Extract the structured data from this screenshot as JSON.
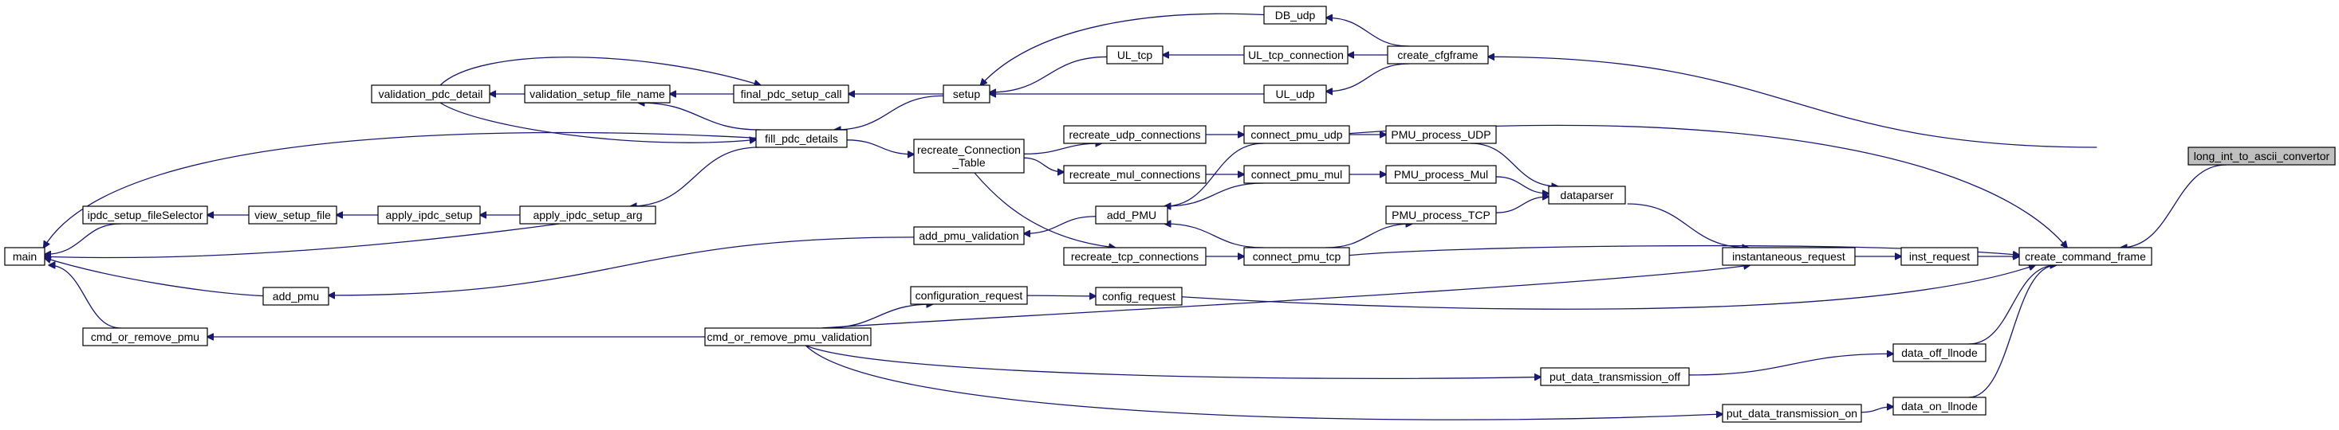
{
  "diagram": {
    "colors": {
      "edge": "#191970",
      "node_border": "#000000",
      "highlight_fill": "#bfbfbf",
      "background": "#ffffff"
    },
    "nodes": [
      {
        "id": "main",
        "label": "main"
      },
      {
        "id": "ipdc_setup_fileSelector",
        "label": "ipdc_setup_fileSelector"
      },
      {
        "id": "view_setup_file",
        "label": "view_setup_file"
      },
      {
        "id": "apply_ipdc_setup",
        "label": "apply_ipdc_setup"
      },
      {
        "id": "apply_ipdc_setup_arg",
        "label": "apply_ipdc_setup_arg"
      },
      {
        "id": "add_pmu",
        "label": "add_pmu"
      },
      {
        "id": "cmd_or_remove_pmu",
        "label": "cmd_or_remove_pmu"
      },
      {
        "id": "validation_pdc_detail",
        "label": "validation_pdc_detail"
      },
      {
        "id": "validation_setup_file_name",
        "label": "validation_setup_file_name"
      },
      {
        "id": "final_pdc_setup_call",
        "label": "final_pdc_setup_call"
      },
      {
        "id": "fill_pdc_details",
        "label": "fill_pdc_details"
      },
      {
        "id": "cmd_or_remove_pmu_validation",
        "label": "cmd_or_remove_pmu_validation"
      },
      {
        "id": "setup",
        "label": "setup"
      },
      {
        "id": "recreate_Connection_Table",
        "label": "recreate_Connection\n_Table"
      },
      {
        "id": "add_pmu_validation",
        "label": "add_pmu_validation"
      },
      {
        "id": "configuration_request",
        "label": "configuration_request"
      },
      {
        "id": "recreate_udp_connections",
        "label": "recreate_udp_connections"
      },
      {
        "id": "recreate_mul_connections",
        "label": "recreate_mul_connections"
      },
      {
        "id": "recreate_tcp_connections",
        "label": "recreate_tcp_connections"
      },
      {
        "id": "config_request",
        "label": "config_request"
      },
      {
        "id": "UL_tcp",
        "label": "UL_tcp"
      },
      {
        "id": "DB_udp",
        "label": "DB_udp"
      },
      {
        "id": "UL_tcp_connection",
        "label": "UL_tcp_connection"
      },
      {
        "id": "UL_udp",
        "label": "UL_udp"
      },
      {
        "id": "connect_pmu_udp",
        "label": "connect_pmu_udp"
      },
      {
        "id": "connect_pmu_mul",
        "label": "connect_pmu_mul"
      },
      {
        "id": "add_PMU",
        "label": "add_PMU"
      },
      {
        "id": "connect_pmu_tcp",
        "label": "connect_pmu_tcp"
      },
      {
        "id": "create_cfgframe",
        "label": "create_cfgframe"
      },
      {
        "id": "PMU_process_UDP",
        "label": "PMU_process_UDP"
      },
      {
        "id": "PMU_process_Mul",
        "label": "PMU_process_Mul"
      },
      {
        "id": "PMU_process_TCP",
        "label": "PMU_process_TCP"
      },
      {
        "id": "dataparser",
        "label": "dataparser"
      },
      {
        "id": "instantaneous_request",
        "label": "instantaneous_request"
      },
      {
        "id": "put_data_transmission_off",
        "label": "put_data_transmission_off"
      },
      {
        "id": "put_data_transmission_on",
        "label": "put_data_transmission_on"
      },
      {
        "id": "inst_request",
        "label": "inst_request"
      },
      {
        "id": "data_off_llnode",
        "label": "data_off_llnode"
      },
      {
        "id": "data_on_llnode",
        "label": "data_on_llnode"
      },
      {
        "id": "create_command_frame",
        "label": "create_command_frame"
      },
      {
        "id": "long_int_to_ascii_convertor",
        "label": "long_int_to_ascii_convertor",
        "highlight": true
      }
    ],
    "edges": [
      [
        "create_command_frame",
        "long_int_to_ascii_convertor"
      ],
      [
        "create_cfgframe",
        "long_int_to_ascii_convertor"
      ],
      [
        "DB_udp",
        "create_cfgframe"
      ],
      [
        "UL_tcp_connection",
        "create_cfgframe"
      ],
      [
        "UL_udp",
        "create_cfgframe"
      ],
      [
        "setup",
        "DB_udp"
      ],
      [
        "UL_tcp",
        "UL_tcp_connection"
      ],
      [
        "setup",
        "UL_tcp"
      ],
      [
        "setup",
        "UL_udp"
      ],
      [
        "final_pdc_setup_call",
        "setup"
      ],
      [
        "fill_pdc_details",
        "setup"
      ],
      [
        "validation_setup_file_name",
        "final_pdc_setup_call"
      ],
      [
        "validation_pdc_detail",
        "validation_setup_file_name"
      ],
      [
        "final_pdc_setup_call",
        "validation_pdc_detail"
      ],
      [
        "validation_setup_file_name",
        "fill_pdc_details"
      ],
      [
        "fill_pdc_details",
        "validation_pdc_detail"
      ],
      [
        "main",
        "fill_pdc_details"
      ],
      [
        "apply_ipdc_setup_arg",
        "fill_pdc_details"
      ],
      [
        "apply_ipdc_setup",
        "apply_ipdc_setup_arg"
      ],
      [
        "view_setup_file",
        "apply_ipdc_setup"
      ],
      [
        "ipdc_setup_fileSelector",
        "view_setup_file"
      ],
      [
        "main",
        "ipdc_setup_fileSelector"
      ],
      [
        "main",
        "apply_ipdc_setup_arg"
      ],
      [
        "main",
        "add_pmu"
      ],
      [
        "main",
        "cmd_or_remove_pmu"
      ],
      [
        "recreate_Connection_Table",
        "fill_pdc_details"
      ],
      [
        "recreate_udp_connections",
        "recreate_Connection_Table"
      ],
      [
        "recreate_mul_connections",
        "recreate_Connection_Table"
      ],
      [
        "recreate_tcp_connections",
        "recreate_Connection_Table"
      ],
      [
        "connect_pmu_udp",
        "recreate_udp_connections"
      ],
      [
        "connect_pmu_mul",
        "recreate_mul_connections"
      ],
      [
        "connect_pmu_tcp",
        "recreate_tcp_connections"
      ],
      [
        "add_PMU",
        "connect_pmu_udp"
      ],
      [
        "add_PMU",
        "connect_pmu_mul"
      ],
      [
        "add_PMU",
        "connect_pmu_tcp"
      ],
      [
        "add_pmu_validation",
        "add_PMU"
      ],
      [
        "add_pmu",
        "add_pmu_validation"
      ],
      [
        "PMU_process_UDP",
        "connect_pmu_udp"
      ],
      [
        "PMU_process_Mul",
        "connect_pmu_mul"
      ],
      [
        "PMU_process_TCP",
        "connect_pmu_tcp"
      ],
      [
        "dataparser",
        "PMU_process_UDP"
      ],
      [
        "dataparser",
        "PMU_process_Mul"
      ],
      [
        "dataparser",
        "PMU_process_TCP"
      ],
      [
        "instantaneous_request",
        "dataparser"
      ],
      [
        "create_command_frame",
        "connect_pmu_udp"
      ],
      [
        "create_command_frame",
        "connect_pmu_tcp"
      ],
      [
        "create_command_frame",
        "config_request"
      ],
      [
        "config_request",
        "configuration_request"
      ],
      [
        "configuration_request",
        "cmd_or_remove_pmu_validation"
      ],
      [
        "cmd_or_remove_pmu",
        "cmd_or_remove_pmu_validation"
      ],
      [
        "instantaneous_request",
        "cmd_or_remove_pmu_validation"
      ],
      [
        "inst_request",
        "instantaneous_request"
      ],
      [
        "create_command_frame",
        "inst_request"
      ],
      [
        "create_command_frame",
        "data_off_llnode"
      ],
      [
        "create_command_frame",
        "data_on_llnode"
      ],
      [
        "data_off_llnode",
        "put_data_transmission_off"
      ],
      [
        "data_on_llnode",
        "put_data_transmission_on"
      ],
      [
        "put_data_transmission_off",
        "cmd_or_remove_pmu_validation"
      ],
      [
        "put_data_transmission_on",
        "cmd_or_remove_pmu_validation"
      ]
    ]
  }
}
